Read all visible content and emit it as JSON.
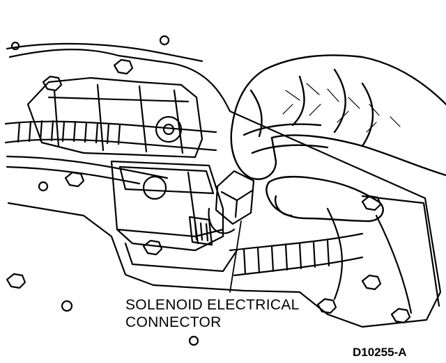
{
  "callout": {
    "line1": "SOLENOID ELECTRICAL",
    "line2": "CONNECTOR"
  },
  "figure_id": "D10255-A",
  "colors": {
    "ink": "#000000",
    "paper": "#ffffff"
  }
}
